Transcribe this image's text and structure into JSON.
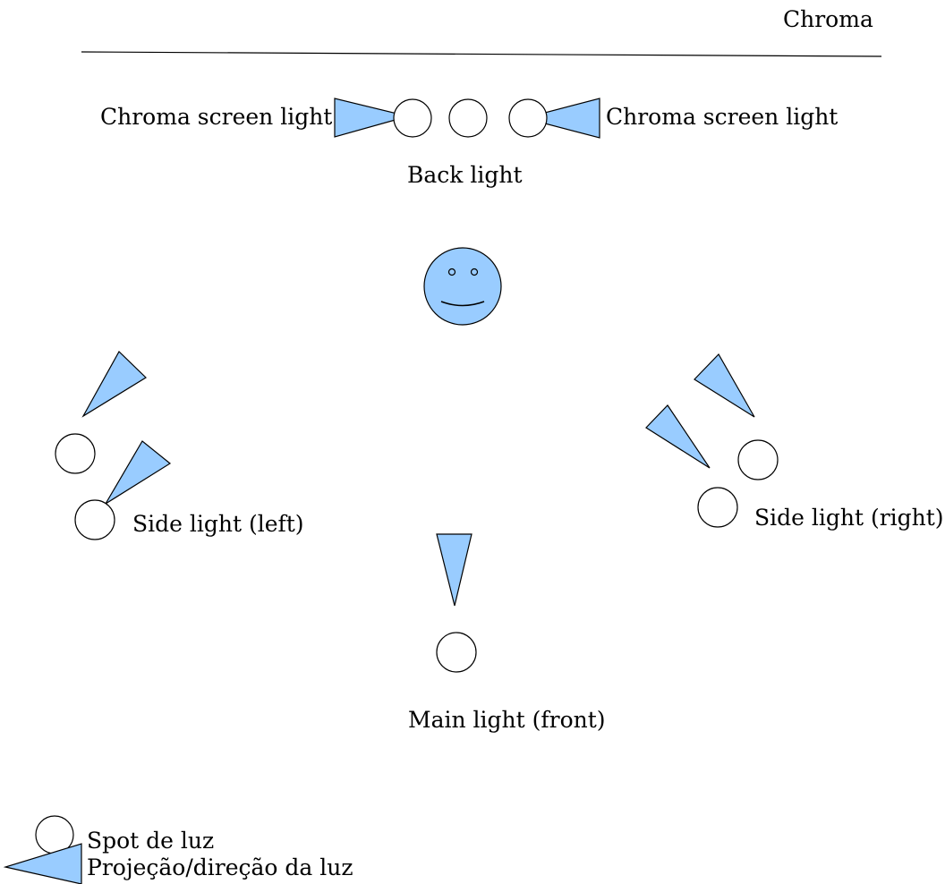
{
  "labels": {
    "chroma": "Chroma",
    "chroma_screen_light_left": "Chroma screen light",
    "chroma_screen_light_right": "Chroma screen light",
    "back_light": "Back light",
    "side_light_left": "Side light (left)",
    "side_light_right": "Side light (right)",
    "main_light": "Main light (front)"
  },
  "legend": {
    "spot": "Spot de luz",
    "projection": "Projeção/direção da luz"
  },
  "colors": {
    "projection_fill": "#99ccff",
    "subject_fill": "#99ccff",
    "stroke": "#000000",
    "spot_fill": "#ffffff"
  },
  "icons": {
    "spot": "circle-outline",
    "projection": "triangle-cone",
    "subject": "smiley-face"
  }
}
